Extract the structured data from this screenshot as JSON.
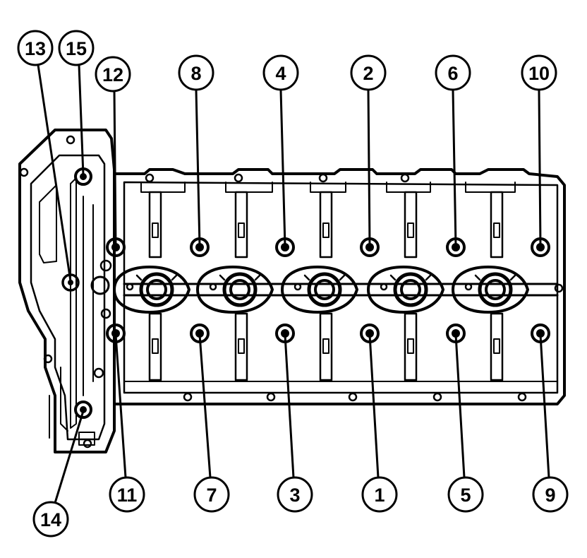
{
  "diagram": {
    "colors": {
      "line": "#000000",
      "background": "#ffffff"
    },
    "callouts": [
      {
        "id": "13",
        "label": "13"
      },
      {
        "id": "15",
        "label": "15"
      },
      {
        "id": "12",
        "label": "12"
      },
      {
        "id": "8",
        "label": "8"
      },
      {
        "id": "4",
        "label": "4"
      },
      {
        "id": "2",
        "label": "2"
      },
      {
        "id": "6",
        "label": "6"
      },
      {
        "id": "10",
        "label": "10"
      },
      {
        "id": "11",
        "label": "11"
      },
      {
        "id": "7",
        "label": "7"
      },
      {
        "id": "3",
        "label": "3"
      },
      {
        "id": "1",
        "label": "1"
      },
      {
        "id": "5",
        "label": "5"
      },
      {
        "id": "9",
        "label": "9"
      },
      {
        "id": "14",
        "label": "14"
      }
    ]
  }
}
